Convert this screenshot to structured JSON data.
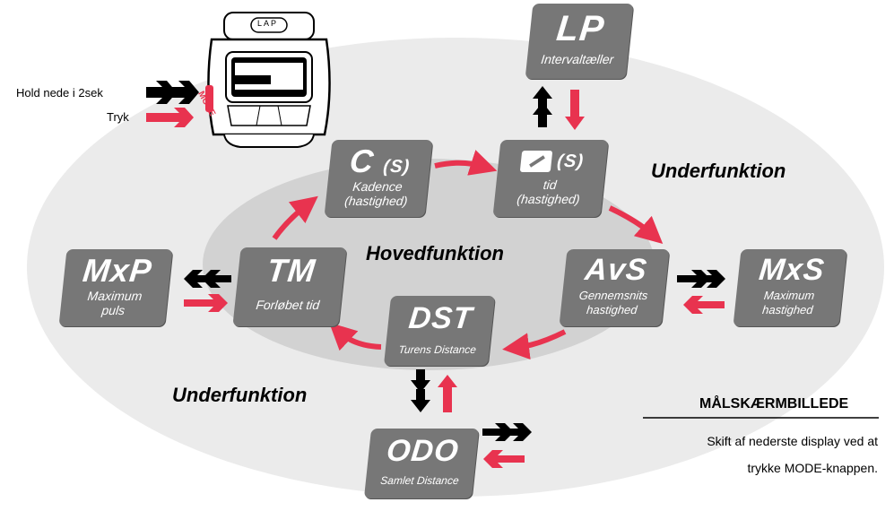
{
  "legend": {
    "hold": "Hold nede i  2sek",
    "press": "Tryk"
  },
  "watch": {
    "button_top": "LAP",
    "button_side": "MODE"
  },
  "nodes": {
    "lp": {
      "abbr": "LP",
      "sub": "Intervaltæller"
    },
    "c": {
      "abbr": "C",
      "suffix": "(S)",
      "sub1": "Kadence",
      "sub2": "(hastighed)"
    },
    "tid": {
      "suffix": "(S)",
      "sub1": "tid",
      "sub2": "(hastighed)"
    },
    "avs": {
      "abbr": "AvS",
      "sub1": "Gennemsnits",
      "sub2": "hastighed"
    },
    "mxs": {
      "abbr": "MxS",
      "sub1": "Maximum",
      "sub2": "hastighed"
    },
    "mxp": {
      "abbr": "MxP",
      "sub1": "Maximum",
      "sub2": "puls"
    },
    "tm": {
      "abbr": "TM",
      "sub": "Forløbet tid"
    },
    "dst": {
      "abbr": "DST",
      "sub": "Turens Distance"
    },
    "odo": {
      "abbr": "ODO",
      "sub": "Samlet Distance"
    }
  },
  "labels": {
    "main": "Hovedfunktion",
    "sub_top": "Underfunktion",
    "sub_bottom": "Underfunktion"
  },
  "note": {
    "title": "MÅLSKÆRMBILLEDE",
    "line1": "Skift af nederste display ved at",
    "line2": "trykke MODE-knappen."
  },
  "colors": {
    "press_arrow": "#e8334f",
    "hold_arrow": "#000000",
    "box": "#777777",
    "outer_ellipse": "#ebebeb",
    "inner_ellipse": "#d2d2d2"
  }
}
